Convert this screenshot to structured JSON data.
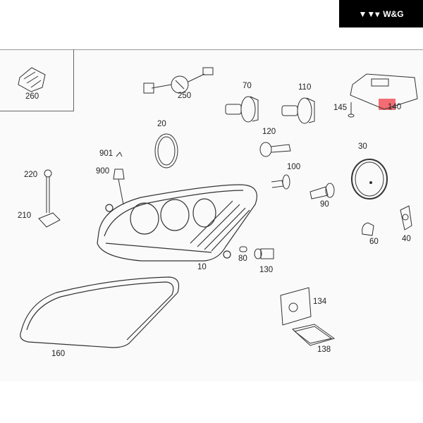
{
  "logo": {
    "text": "W&G",
    "icon": "triple-chevron-logo-icon"
  },
  "labels": {
    "p260": "260",
    "p250": "250",
    "p70": "70",
    "p110": "110",
    "p145": "145",
    "p140": "140",
    "p20": "20",
    "p120": "120",
    "p901": "901",
    "p900": "900",
    "p220": "220",
    "p100": "100",
    "p30": "30",
    "p210": "210",
    "p90": "90",
    "p60": "60",
    "p40": "40",
    "p10": "10",
    "p80": "80",
    "p130": "130",
    "p134": "134",
    "p160": "160",
    "p138": "138"
  },
  "colors": {
    "highlight": "#f03c46",
    "line": "#333333"
  }
}
